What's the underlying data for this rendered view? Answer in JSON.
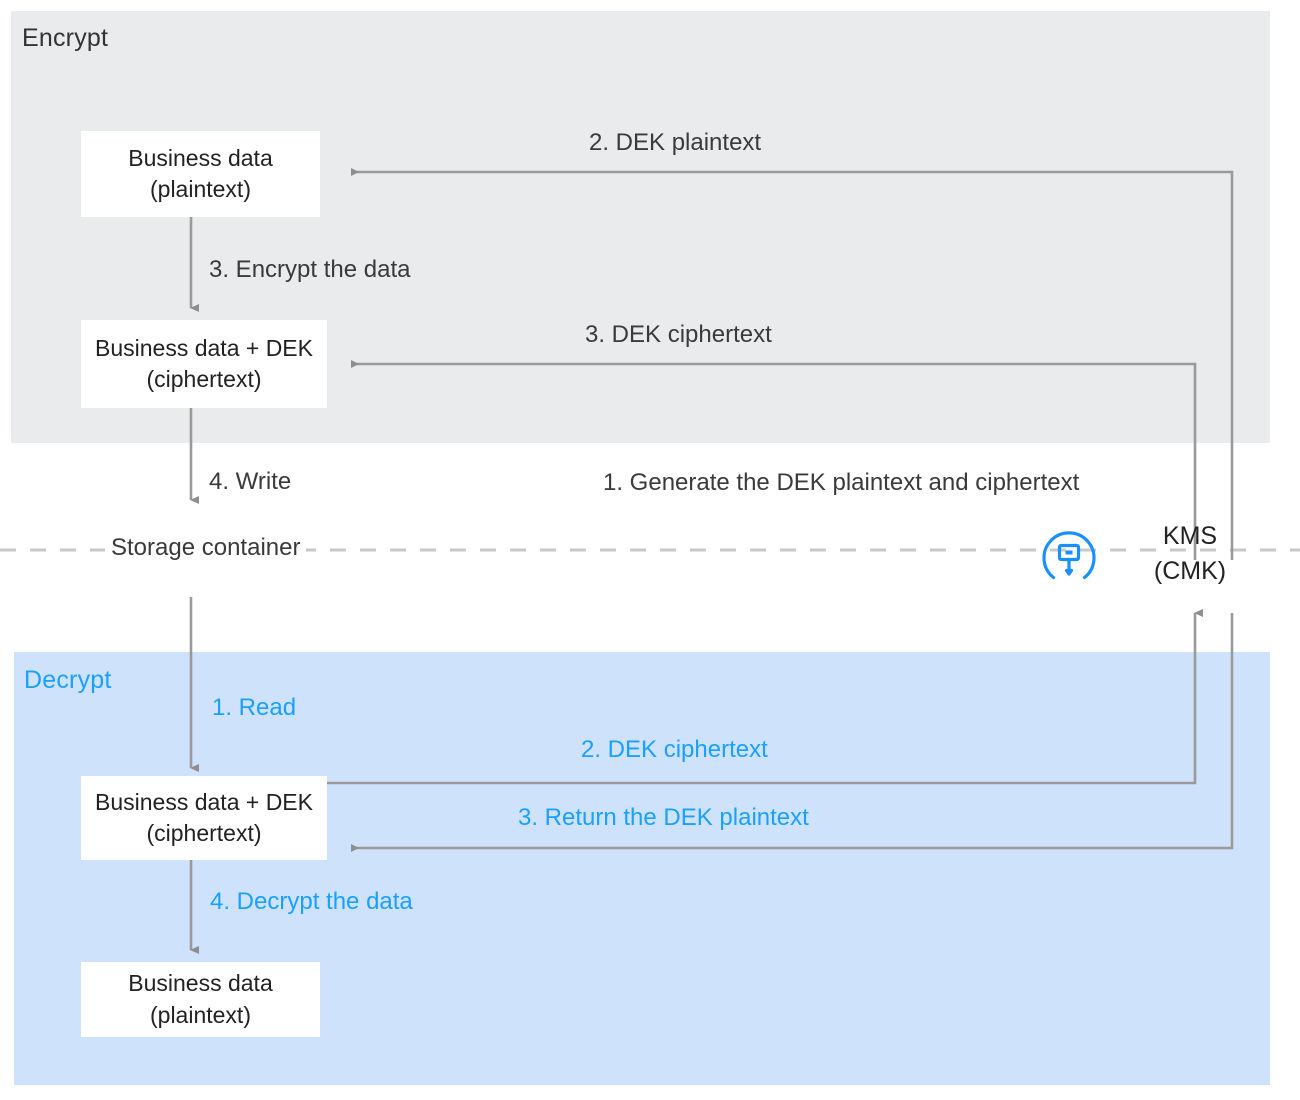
{
  "diagram": {
    "title_semantic": "KMS envelope encryption and decryption flow",
    "colors": {
      "encrypt_panel_bg": "#eaebec",
      "decrypt_panel_bg": "#cfe2fb",
      "accent_blue": "#1aa0ff",
      "kms_icon_blue": "#1890ff",
      "arrow_gray": "#9a9a9a",
      "text_dark": "#333333",
      "box_bg": "#ffffff",
      "page_bg": "#ffffff"
    }
  },
  "encrypt": {
    "title": "Encrypt",
    "nodes": [
      {
        "name": "business-data-plaintext",
        "line1": "Business data",
        "line2": "(plaintext)"
      },
      {
        "name": "business-data-dek-ciphertext",
        "line1": "Business data + DEK",
        "line2": "(ciphertext)"
      }
    ],
    "edges": [
      {
        "name": "dek-plaintext",
        "label": "2. DEK plaintext"
      },
      {
        "name": "encrypt-the-data",
        "label": "3. Encrypt the data"
      },
      {
        "name": "dek-ciphertext",
        "label": "3. DEK ciphertext"
      },
      {
        "name": "write",
        "label": "4. Write"
      }
    ]
  },
  "middle": {
    "storage_container": "Storage container",
    "generate_label": "1. Generate the DEK plaintext and ciphertext",
    "kms": {
      "line1": "KMS",
      "line2": "(CMK)",
      "icon": "kms-key-icon"
    }
  },
  "decrypt": {
    "title": "Decrypt",
    "nodes": [
      {
        "name": "business-data-dek-ciphertext",
        "line1": "Business data + DEK",
        "line2": "(ciphertext)"
      },
      {
        "name": "business-data-plaintext",
        "line1": "Business data",
        "line2": "(plaintext)"
      }
    ],
    "edges": [
      {
        "name": "read",
        "label": "1. Read"
      },
      {
        "name": "dek-ciphertext",
        "label": "2. DEK ciphertext"
      },
      {
        "name": "return-the-dek-plaintext",
        "label": "3. Return the DEK plaintext"
      },
      {
        "name": "decrypt-the-data",
        "label": "4. Decrypt the data"
      }
    ]
  }
}
